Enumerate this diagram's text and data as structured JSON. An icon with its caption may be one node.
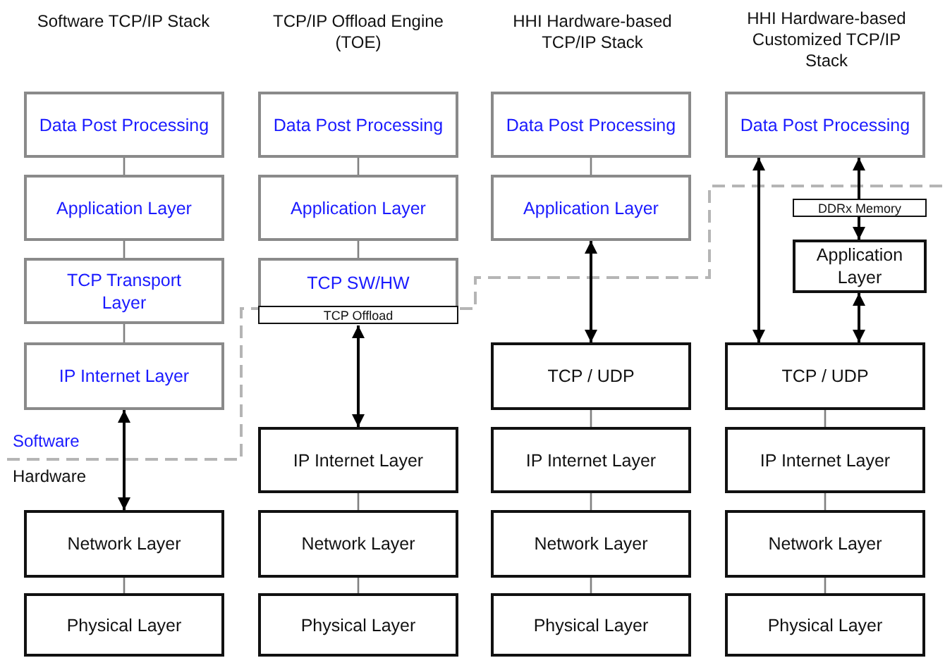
{
  "diagram": {
    "nodes": [
      {
        "text": [
          "Data Post Processing"
        ]
      },
      {
        "text": [
          "Application Layer"
        ]
      },
      {
        "text": [
          "TCP Transport Layer"
        ]
      },
      {
        "text": [
          "IP Internet Layer"
        ]
      },
      {
        "text": [
          "Network Layer"
        ]
      },
      {
        "text": [
          "Physical Layer"
        ]
      },
      {
        "text": [
          "Data Post Processing"
        ]
      },
      {
        "text": [
          "Application Layer"
        ]
      },
      {
        "text": [
          "TCP SW/HW"
        ]
      },
      {
        "text": [
          "TCP Offload"
        ],
        "in": 8
      },
      {
        "text": [
          "IP Internet Layer"
        ]
      },
      {
        "text": [
          "Network Layer"
        ]
      },
      {
        "text": [
          "Physical Layer"
        ]
      },
      {
        "text": [
          "Data Post Processing"
        ]
      },
      {
        "text": [
          "Application Layer"
        ]
      },
      {
        "text": [
          "TCP / UDP"
        ]
      },
      {
        "text": [
          "IP Internet Layer"
        ]
      },
      {
        "text": [
          "Network Layer"
        ]
      },
      {
        "text": [
          "Physical Layer"
        ]
      },
      {
        "text": [
          "Data Post Processing"
        ]
      },
      {
        "text": [
          "DDRx Memory"
        ]
      },
      {
        "text": [
          "Application Layer"
        ]
      },
      {
        "text": [
          "TCP / UDP"
        ]
      },
      {
        "text": [
          "IP Internet Layer"
        ]
      },
      {
        "text": [
          "Network Layer"
        ]
      },
      {
        "text": [
          "Physical Layer"
        ]
      }
    ],
    "edges": [
      {
        "from": 0,
        "to": 1,
        "arrow": "none"
      },
      {
        "from": 1,
        "to": 2,
        "arrow": "none"
      },
      {
        "from": 2,
        "to": 3,
        "arrow": "none"
      },
      {
        "from": 3,
        "to": 4,
        "arrow": "both",
        "color": "#000000"
      },
      {
        "from": 4,
        "to": 5,
        "arrow": "none"
      },
      {
        "from": 6,
        "to": 7,
        "arrow": "none"
      },
      {
        "from": 7,
        "to": 8,
        "arrow": "none"
      },
      {
        "from": 9,
        "to": 10,
        "arrow": "both",
        "color": "#000000"
      },
      {
        "from": 10,
        "to": 11,
        "arrow": "none"
      },
      {
        "from": 11,
        "to": 12,
        "arrow": "none"
      },
      {
        "from": 13,
        "to": 14,
        "arrow": "none"
      },
      {
        "from": 14,
        "to": 15,
        "arrow": "both",
        "color": "#000000"
      },
      {
        "from": 15,
        "to": 16,
        "arrow": "none"
      },
      {
        "from": 16,
        "to": 17,
        "arrow": "none"
      },
      {
        "from": 17,
        "to": 18,
        "arrow": "none"
      },
      {
        "from": 19,
        "to": 22,
        "arrow": "both",
        "color": "#000000"
      },
      {
        "from": 20,
        "to": 19,
        "arrow": "to",
        "color": "#000000"
      },
      {
        "from": 20,
        "to": 21,
        "arrow": "to",
        "color": "#000000"
      },
      {
        "from": 21,
        "to": 22,
        "arrow": "both",
        "color": "#000000"
      },
      {
        "from": 22,
        "to": 23,
        "arrow": "none"
      },
      {
        "from": 23,
        "to": 24,
        "arrow": "none"
      },
      {
        "from": 24,
        "to": 25,
        "arrow": "none"
      }
    ],
    "labels": [
      "Software TCP/IP Stack",
      "TCP/IP Offload Engine (TOE)",
      "HHI Hardware-based TCP/IP Stack",
      "HHI Hardware-based Customized TCP/IP Stack",
      "Software",
      "Hardware"
    ]
  }
}
